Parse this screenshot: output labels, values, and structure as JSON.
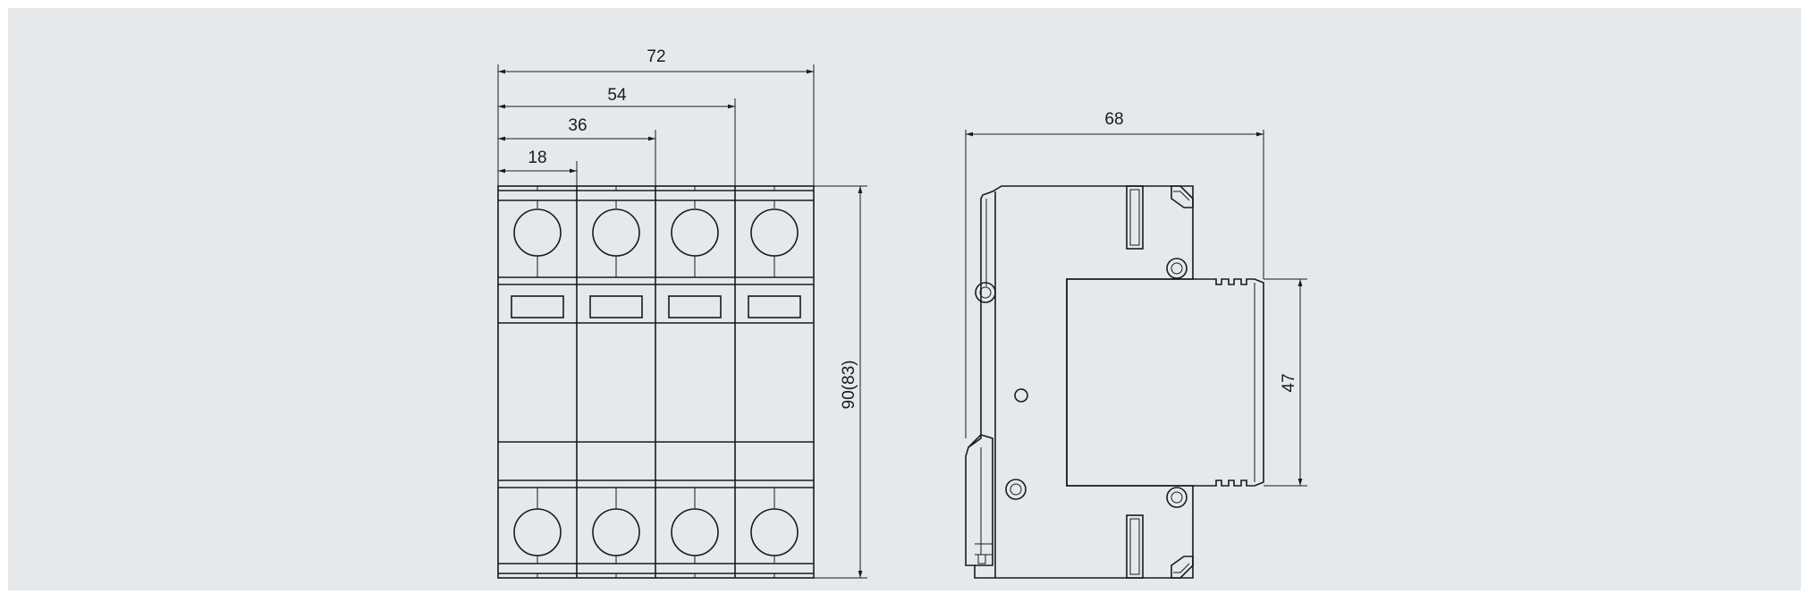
{
  "colors": {
    "background": "#e6e9ec",
    "line": "#1a1a1a"
  },
  "front_view": {
    "dimensions": {
      "width_72": "72",
      "width_54": "54",
      "width_36": "36",
      "width_18": "18",
      "height": "90(83)"
    },
    "pole_count": 4
  },
  "side_view": {
    "dimensions": {
      "depth": "68",
      "front_height": "47"
    }
  }
}
